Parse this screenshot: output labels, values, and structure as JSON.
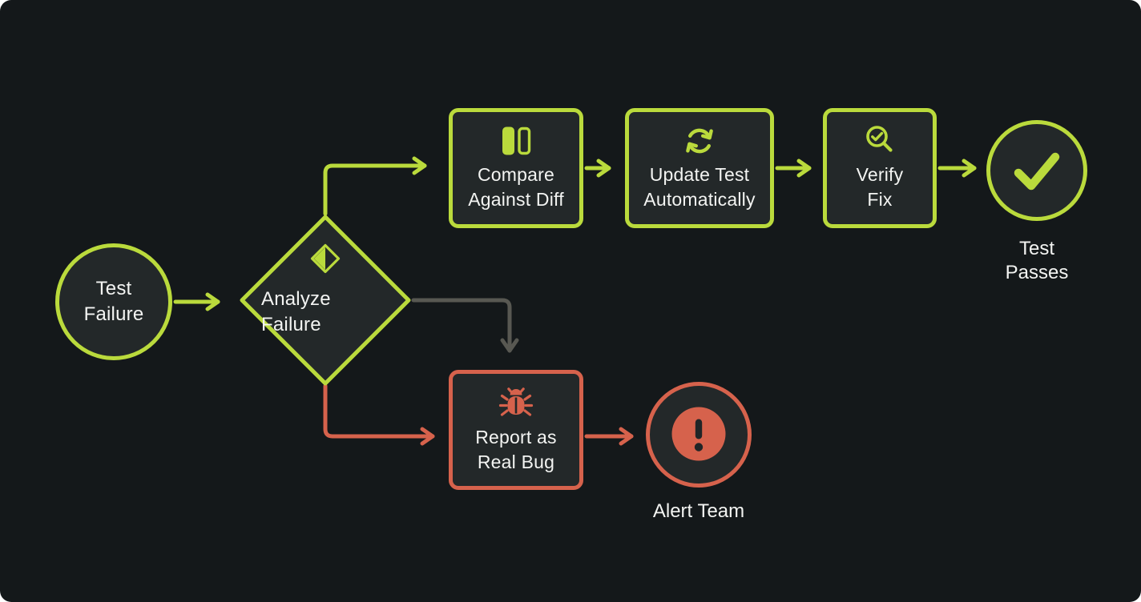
{
  "diagram": {
    "type": "flowchart",
    "colors": {
      "background": "#14181a",
      "node_fill": "#232829",
      "green": "#bada3c",
      "red": "#d6624c",
      "gray": "#585852",
      "text": "#f3f4f2"
    },
    "nodes": {
      "test_failure": {
        "label": "Test\nFailure",
        "shape": "circle",
        "accent": "green"
      },
      "analyze_failure": {
        "label": "Analyze\nFailure",
        "shape": "diamond",
        "accent": "green",
        "icon": "diff-diamond-icon"
      },
      "compare_diff": {
        "label": "Compare\nAgainst Diff",
        "shape": "box",
        "accent": "green",
        "icon": "columns-icon"
      },
      "update_test": {
        "label": "Update Test\nAutomatically",
        "shape": "box",
        "accent": "green",
        "icon": "refresh-icon"
      },
      "verify_fix": {
        "label": "Verify\nFix",
        "shape": "box",
        "accent": "green",
        "icon": "search-check-icon"
      },
      "test_passes": {
        "label": "Test\nPasses",
        "shape": "circle",
        "accent": "green",
        "icon": "check-icon"
      },
      "report_bug": {
        "label": "Report as\nReal Bug",
        "shape": "box",
        "accent": "red",
        "icon": "bug-icon"
      },
      "alert_team": {
        "label": "Alert Team",
        "shape": "circle",
        "accent": "red",
        "icon": "alert-icon"
      }
    },
    "edges": [
      {
        "from": "test_failure",
        "to": "analyze_failure",
        "color": "green"
      },
      {
        "from": "analyze_failure",
        "to": "compare_diff",
        "color": "green"
      },
      {
        "from": "compare_diff",
        "to": "update_test",
        "color": "green"
      },
      {
        "from": "update_test",
        "to": "verify_fix",
        "color": "green"
      },
      {
        "from": "verify_fix",
        "to": "test_passes",
        "color": "green"
      },
      {
        "from": "analyze_failure",
        "to": "report_bug",
        "color": "gray"
      },
      {
        "from": "analyze_failure",
        "to": "report_bug",
        "color": "red"
      },
      {
        "from": "report_bug",
        "to": "alert_team",
        "color": "red"
      }
    ]
  }
}
